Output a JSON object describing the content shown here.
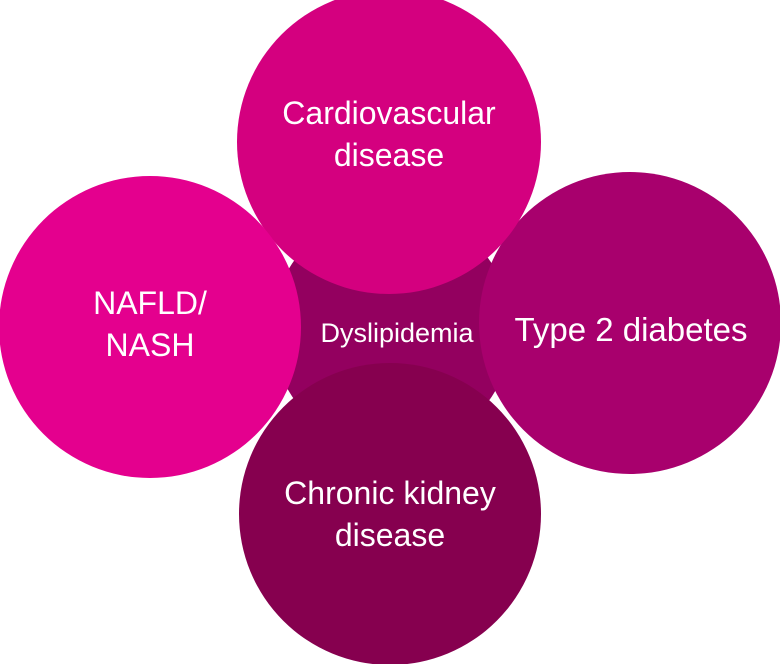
{
  "diagram": {
    "center": {
      "label": "Dyslipidemia",
      "color": "#93005f"
    },
    "nodes": [
      {
        "id": "nafld",
        "label": "NAFLD/\nNASH",
        "color": "#e4008e"
      },
      {
        "id": "cvd",
        "label": "Cardiovascular\ndisease",
        "color": "#d4007f"
      },
      {
        "id": "t2d",
        "label": "Type 2 diabetes",
        "color": "#a8006d"
      },
      {
        "id": "ckd",
        "label": "Chronic kidney\ndisease",
        "color": "#86004f"
      }
    ]
  }
}
